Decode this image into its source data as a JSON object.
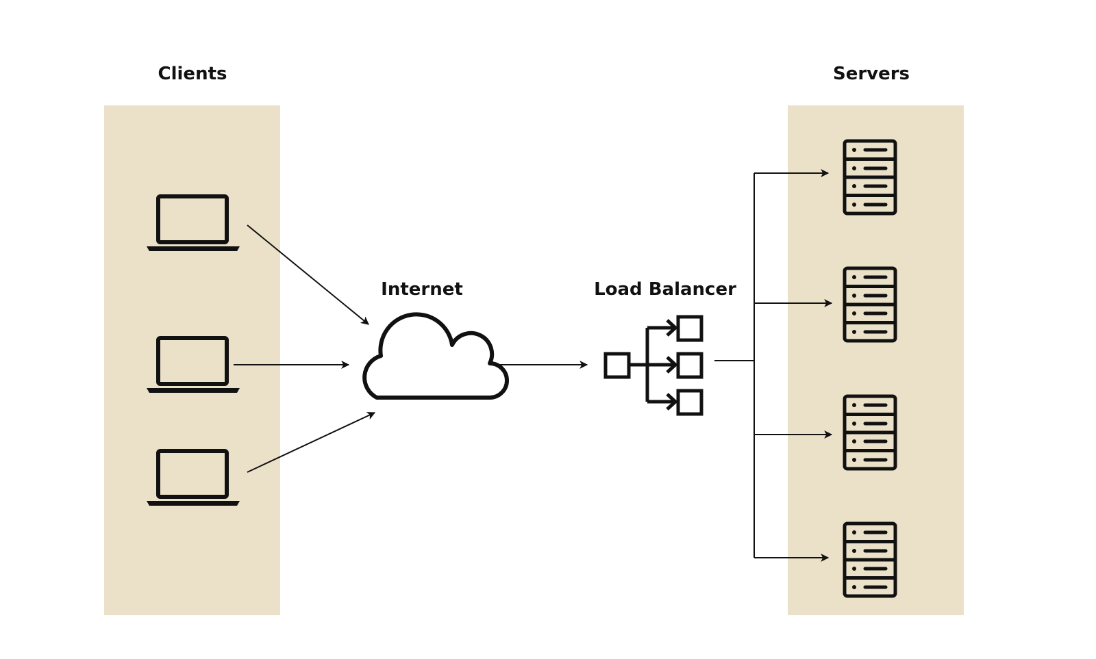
{
  "colors": {
    "panel": "#eae1c8",
    "stroke": "#111111",
    "background": "#ffffff"
  },
  "sections": {
    "clients": {
      "title": "Clients"
    },
    "internet": {
      "title": "Internet"
    },
    "load_balancer": {
      "title": "Load Balancer"
    },
    "servers": {
      "title": "Servers"
    }
  },
  "icons": {
    "client": "laptop-icon",
    "internet": "cloud-icon",
    "load_balancer": "load-balancer-icon",
    "server": "server-rack-icon"
  }
}
